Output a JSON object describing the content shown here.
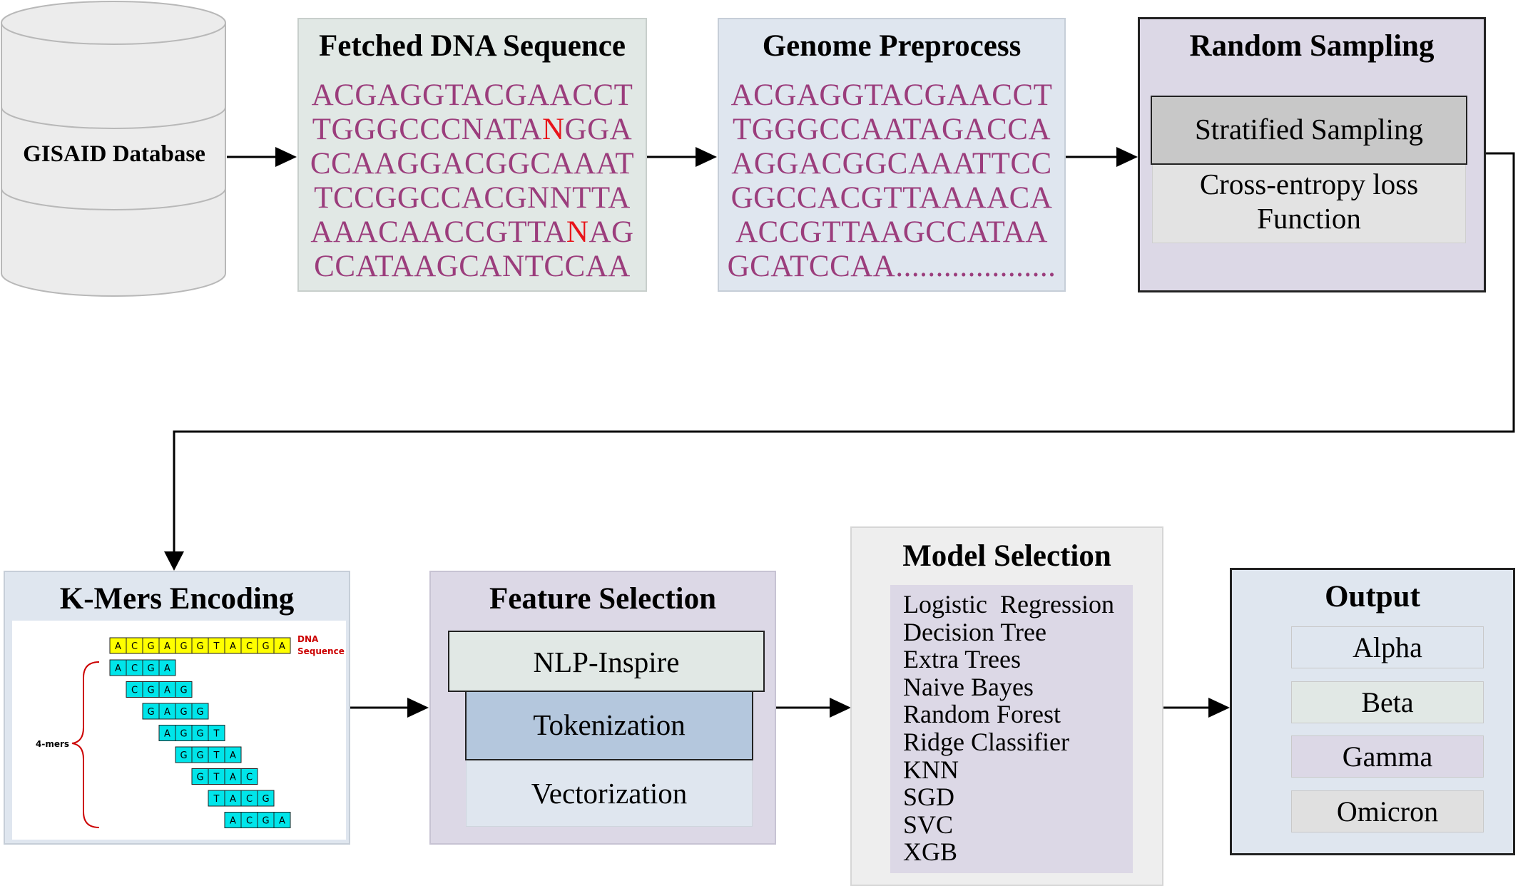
{
  "database": {
    "label": "GISAID Database"
  },
  "fetched": {
    "title": "Fetched DNA Sequence",
    "lines": [
      {
        "pre": "ACGAGGTACGAACCT",
        "hl": "",
        "post": ""
      },
      {
        "pre": "TGGGCCCNATA",
        "hl": "N",
        "post": "GGA"
      },
      {
        "pre": "CCAAGGACGGCAAAT",
        "hl": "",
        "post": ""
      },
      {
        "pre": "TCCGGCCACGNNTTA",
        "hl": "",
        "post": ""
      },
      {
        "pre": "AAACAACCGTTA",
        "hl": "N",
        "post": "AG"
      },
      {
        "pre": "CCATAAGCANTCCAA",
        "hl": "",
        "post": ""
      }
    ]
  },
  "preprocess": {
    "title": "Genome Preprocess",
    "lines": [
      "ACGAGGTACGAACCT",
      "TGGGCCAATAGACCA",
      "AGGACGGCAAATTCC",
      "GGCCACGTTAAAACA",
      "ACCGTTAAGCCATAA",
      "GCATCCAA...................."
    ]
  },
  "sampling": {
    "title": "Random Sampling",
    "stratified": "Stratified Sampling",
    "loss_line1": "Cross-entropy loss",
    "loss_line2": "Function"
  },
  "kmers": {
    "title": "K-Mers Encoding",
    "dna_label_1": "DNA",
    "dna_label_2": "Sequence",
    "kmer_label": "4-mers",
    "sequence": [
      "A",
      "C",
      "G",
      "A",
      "G",
      "G",
      "T",
      "A",
      "C",
      "G",
      "A"
    ],
    "rows": [
      [
        "A",
        "C",
        "G",
        "A"
      ],
      [
        "C",
        "G",
        "A",
        "G"
      ],
      [
        "G",
        "A",
        "G",
        "G"
      ],
      [
        "A",
        "G",
        "G",
        "T"
      ],
      [
        "G",
        "G",
        "T",
        "A"
      ],
      [
        "G",
        "T",
        "A",
        "C"
      ],
      [
        "T",
        "A",
        "C",
        "G"
      ],
      [
        "A",
        "C",
        "G",
        "A"
      ]
    ]
  },
  "features": {
    "title": "Feature Selection",
    "nlp": "NLP-Inspire",
    "token": "Tokenization",
    "vector": "Vectorization"
  },
  "models": {
    "title": "Model Selection",
    "items": [
      "Logistic  Regression",
      "Decision Tree",
      "Extra Trees",
      "Naive Bayes",
      "Random Forest",
      "Ridge Classifier",
      "KNN",
      "SGD",
      "SVC",
      "XGB"
    ]
  },
  "output": {
    "title": "Output",
    "items": [
      "Alpha",
      "Beta",
      "Gamma",
      "Omicron"
    ]
  },
  "colors": {
    "sequence_text": "#9b3d7c",
    "highlight_N": "#e8141a",
    "fetched_bg": "#e1e8e5",
    "preprocess_bg": "#dfe6ef",
    "sampling_bg": "#dcd8e6",
    "kmer_yellow": "#ffff00",
    "kmer_cyan": "#00e5ea",
    "brace_red": "#cc0000"
  }
}
